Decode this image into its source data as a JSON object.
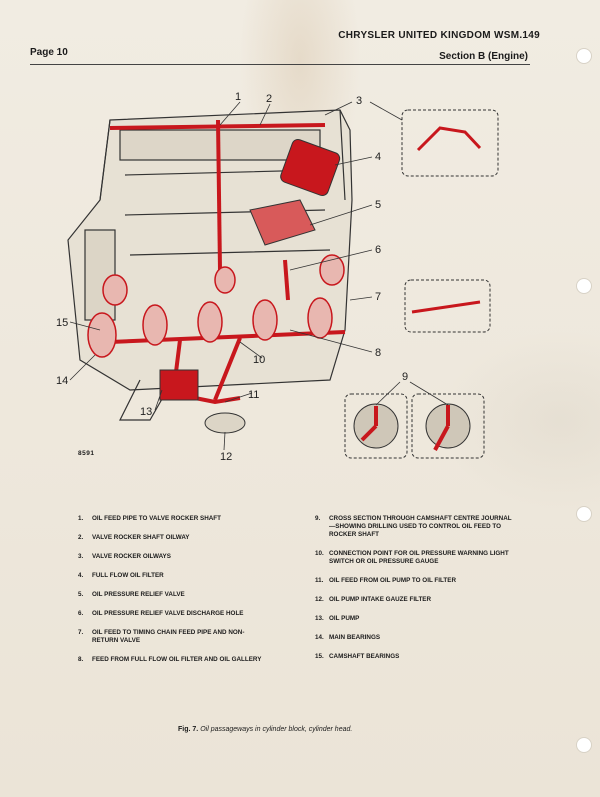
{
  "header": {
    "publisher": "CHRYSLER UNITED KINGDOM WSM.149",
    "page": "Page 10",
    "section": "Section B (Engine)"
  },
  "diagram": {
    "callouts": [
      "1",
      "2",
      "3",
      "4",
      "5",
      "6",
      "7",
      "8",
      "9",
      "10",
      "11",
      "12",
      "13",
      "14",
      "15"
    ],
    "drawing_code": "8591",
    "accent_color": "#c8171d"
  },
  "legend": {
    "left": [
      {
        "num": "1.",
        "text": "Oil feed pipe to valve rocker shaft"
      },
      {
        "num": "2.",
        "text": "Valve rocker shaft oilway"
      },
      {
        "num": "3.",
        "text": "Valve rocker oilways"
      },
      {
        "num": "4.",
        "text": "Full flow oil filter"
      },
      {
        "num": "5.",
        "text": "Oil pressure relief valve"
      },
      {
        "num": "6.",
        "text": "Oil pressure relief valve discharge hole"
      },
      {
        "num": "7.",
        "text": "Oil feed to timing chain feed pipe and non-return valve"
      },
      {
        "num": "8.",
        "text": "Feed from full flow oil filter and oil gallery"
      }
    ],
    "right": [
      {
        "num": "9.",
        "text": "Cross section through camshaft centre journal—showing drilling used to control oil feed to rocker shaft"
      },
      {
        "num": "10.",
        "text": "Connection point for oil pressure warning light switch or oil pressure gauge"
      },
      {
        "num": "11.",
        "text": "Oil feed from oil pump to oil filter"
      },
      {
        "num": "12.",
        "text": "Oil pump intake gauze filter"
      },
      {
        "num": "13.",
        "text": "Oil pump"
      },
      {
        "num": "14.",
        "text": "Main bearings"
      },
      {
        "num": "15.",
        "text": "Camshaft bearings"
      }
    ]
  },
  "caption": {
    "fig": "Fig. 7.",
    "text": "Oil passageways in cylinder block, cylinder head."
  }
}
